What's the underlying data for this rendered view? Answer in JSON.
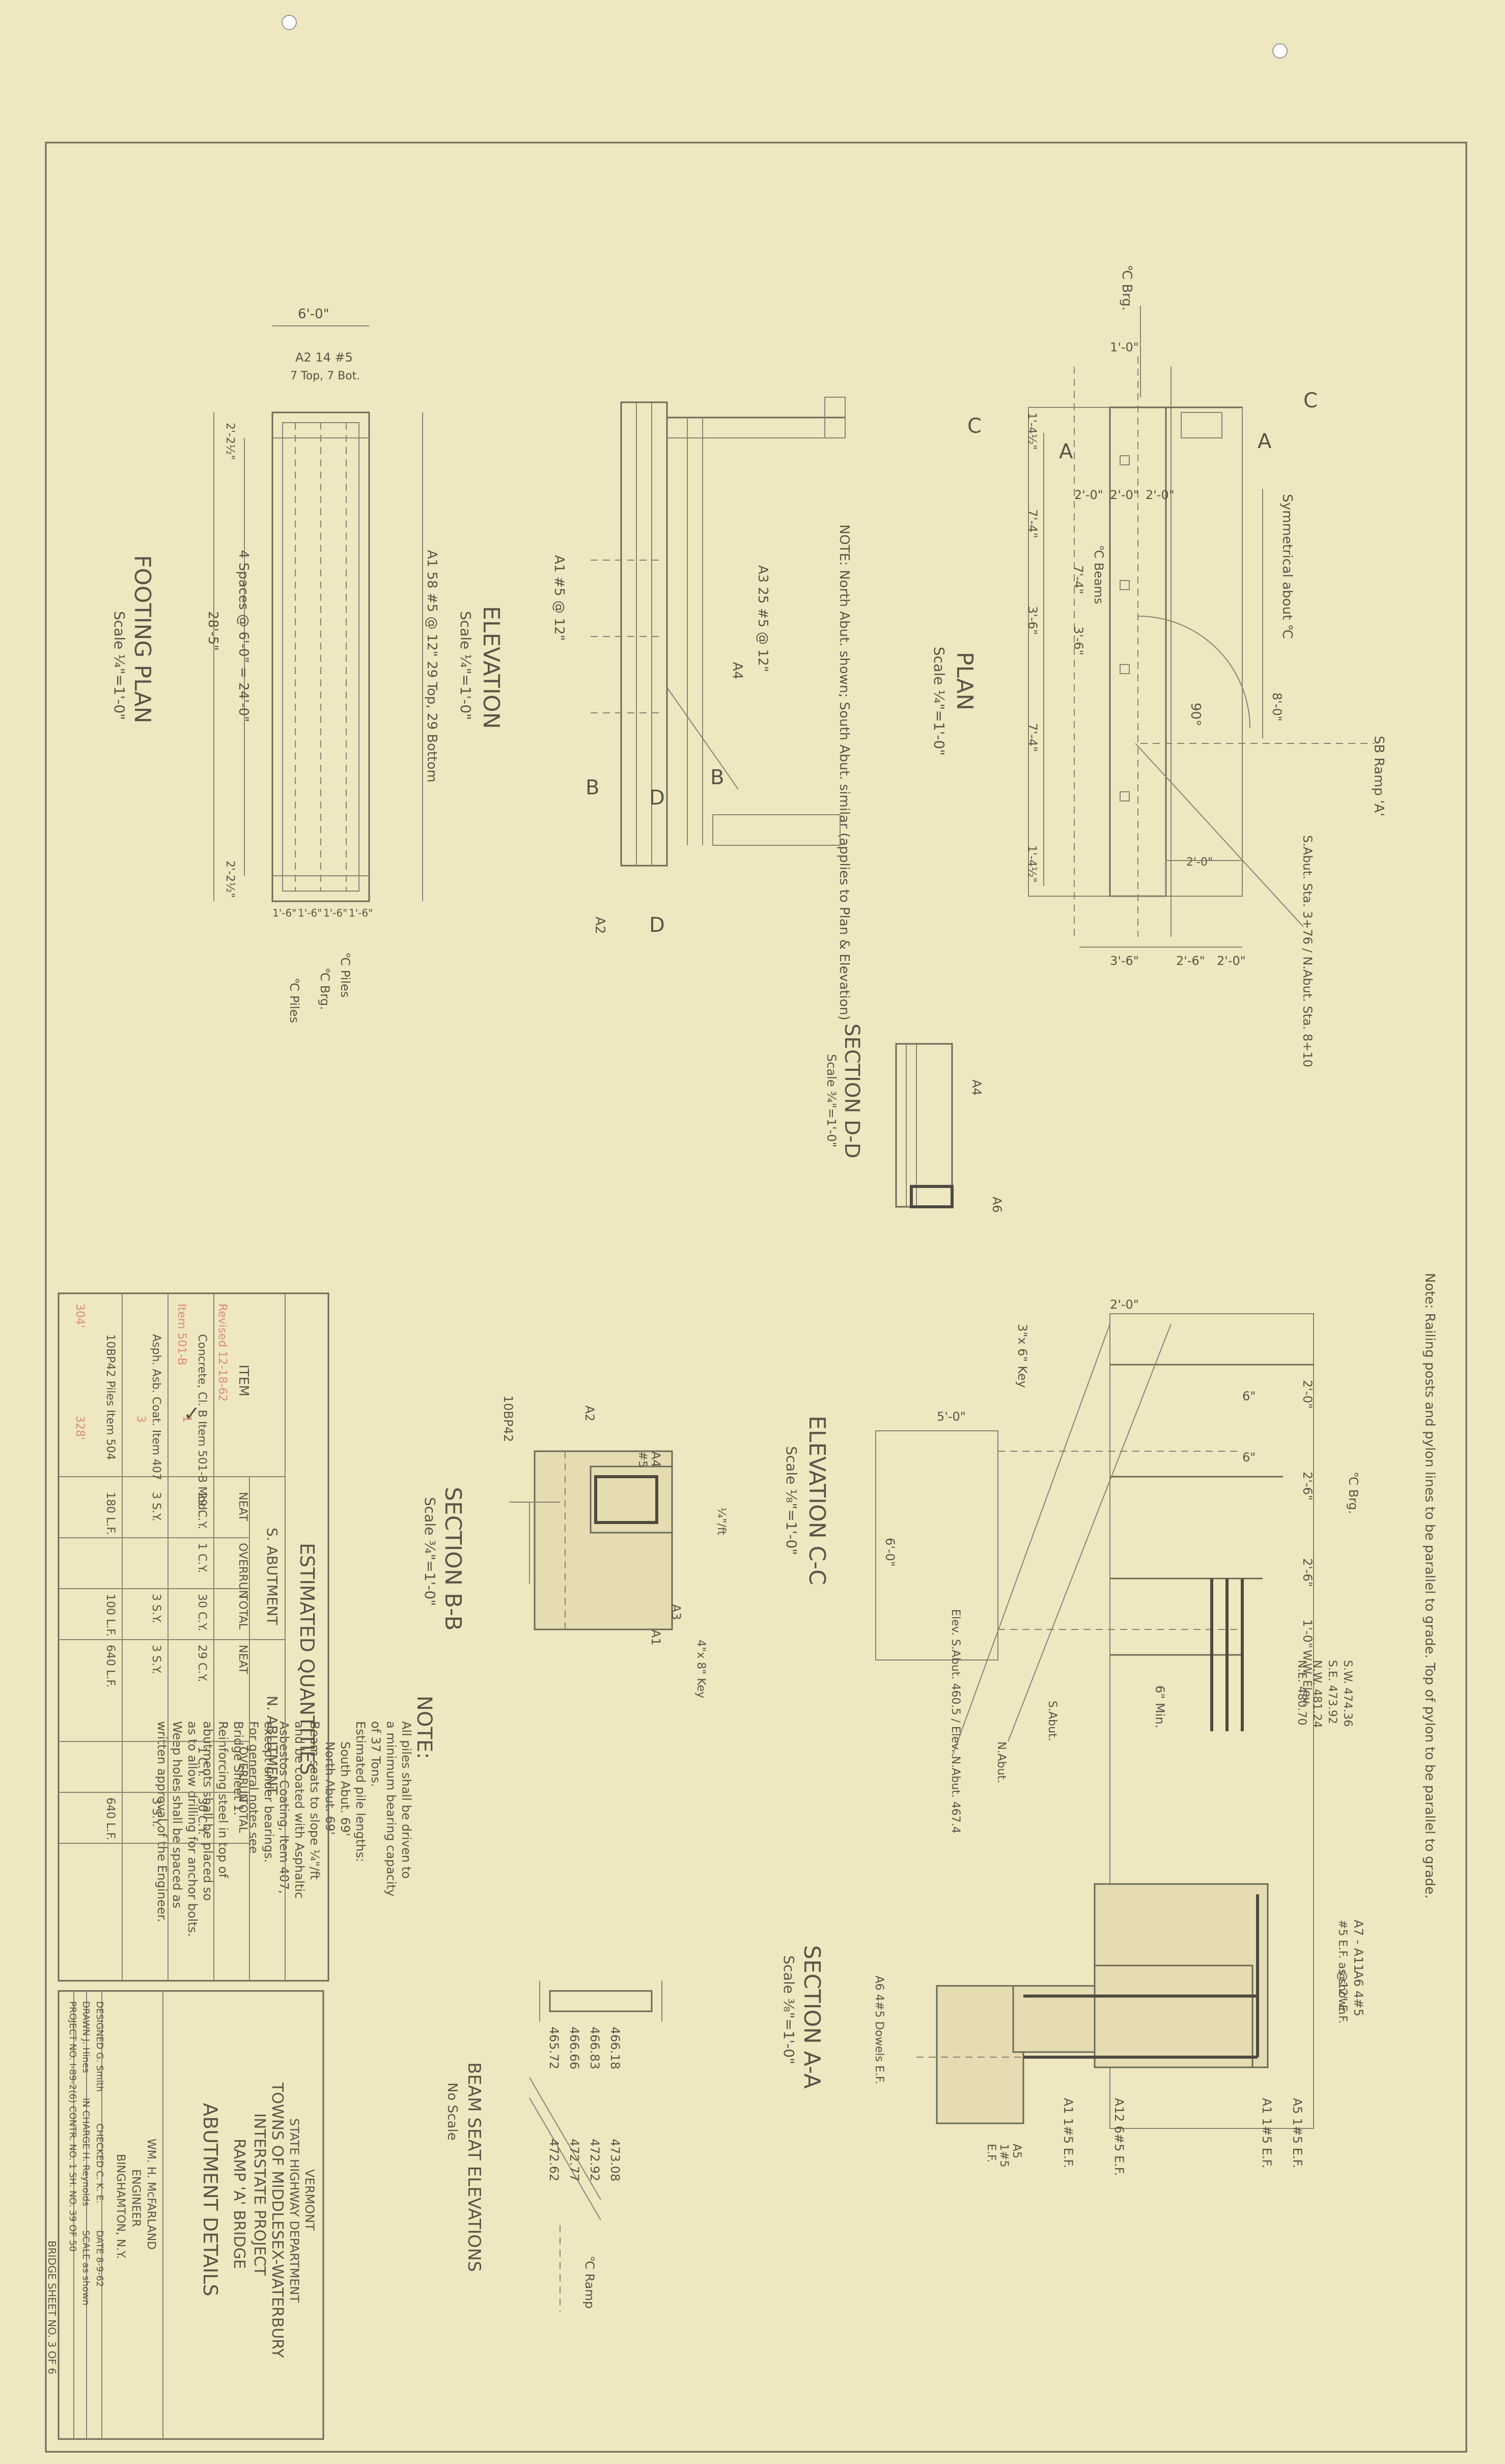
{
  "colors": {
    "paper": "#efe7bf",
    "ink": "#5a5448",
    "red_pencil": "#d98a80"
  },
  "plan": {
    "title": "PLAN",
    "scale": "Scale ¼\"=1'-0\"",
    "note": "NOTE: North Abut. shown; South Abut. similar (applies to Plan & Elevation)",
    "brg": "℃ Brg.",
    "sym": "Symmetrical about ℃",
    "beams": "℃ Beams",
    "sec_c": "C",
    "sec_a": "A",
    "ramp": "SB Ramp 'A'",
    "stations": "S.Abut. Sta. 3+76 / N.Abut. Sta. 8+10",
    "dims": [
      "1'-0\"",
      "2'-0\"",
      "2'-0\"",
      "2'-0\"",
      "7'-4\"",
      "7'-4\"",
      "3'-6\"",
      "3'-6\"",
      "7'-4\"",
      "8'-0\"",
      "3'-6\"",
      "2'-6\"",
      "2'-0\"",
      "1'-4½\"",
      "1'-4½\"",
      "2'-0\""
    ],
    "angle": "90°"
  },
  "elevation": {
    "title": "ELEVATION",
    "scale": "Scale ¼\"=1'-0\"",
    "a3": "A3 25 #5 @ 12\"",
    "a1": "A1  #5 @ 12\"",
    "a4": "A4",
    "a2": "A2",
    "sec_b": "B",
    "sec_d": "D"
  },
  "footing": {
    "title": "FOOTING PLAN",
    "scale": "Scale ¼\"=1'-0\"",
    "top": "6'-0\"",
    "a2": "A2 14 #5",
    "a2b": "7 Top, 7 Bot.",
    "spaces": "4 Spaces @ 6'-0\" = 24'-0\"",
    "length": "28'-5\"",
    "bars": "A1 58 #5 @ 12\" 29 Top, 29 Bottom",
    "end1": "2'-2½\"",
    "end2": "2'-2½\"",
    "piles": "℃ Piles",
    "brg": "℃ Brg.",
    "piles2": "℃ Piles",
    "dims": [
      "1'-6\"",
      "1'-6\"",
      "1'-6\"",
      "1'-6\""
    ]
  },
  "section_dd": {
    "title": "SECTION D-D",
    "scale": "Scale ¾\"=1'-0\"",
    "a4": "A4",
    "a6": "A6"
  },
  "section_bb": {
    "title": "SECTION B-B",
    "scale": "Scale ¾\"=1'-0\"",
    "pile": "10BP42",
    "a2": "A2",
    "a4": "A4",
    "a4n": "#5",
    "a3": "A3",
    "a1": "A1",
    "key": "4\"x 8\" Key",
    "slope": "¼\"/ft"
  },
  "elevation_cc": {
    "title": "ELEVATION C-C",
    "scale": "Scale ⅛\"=1'-0\"",
    "note": "Note: Railing posts and pylon lines to be parallel to grade. Top of pylon to be parallel to grade.",
    "key": "3\"x 6\" Key",
    "top": "2'-0\"",
    "w": "5'-0\"",
    "h": "6'-0\"",
    "vdims": [
      "2'-0\"",
      "2'-6\"",
      "2'-6\"",
      "1'-0\""
    ],
    "d6": "6\"",
    "d6b": "6\"",
    "min": "6\" Min.",
    "ww": "W.W. Elev.",
    "elevs": [
      "S.W. 474.36",
      "S.E. 473.92",
      "N.W. 481.24",
      "N.E. 480.70"
    ],
    "sabut": "S.Abut.",
    "nabut": "N.Abut.",
    "elevtxt": "Elev. S.Abut. 460.5 / Elev. N.Abut. 467.4",
    "brg": "℃ Brg."
  },
  "section_aa": {
    "title": "SECTION A-A",
    "scale": "Scale ⅜\"=1'-0\"",
    "a7": "A7 - A11",
    "a7b": "#5 E.F. as shown",
    "a6": "A6 4#5",
    "a6b": "@12\" E.F.",
    "a5": "A5 1#5 E.F.",
    "a1": "A1 1#5 E.F.",
    "a12": "A12 6#5 E.F.",
    "a5b": "A5",
    "a5c": "1#5",
    "a5d": "E.F.",
    "dowels": "A6 4#5 Dowels E.F."
  },
  "beam_seat": {
    "title": "BEAM SEAT ELEVATIONS",
    "scale": "No Scale",
    "left": [
      "466.18",
      "466.83",
      "466.66",
      "465.72"
    ],
    "right": [
      "473.08",
      "472.92",
      "472.77",
      "472.62"
    ],
    "ramp": "℃ Ramp"
  },
  "note": {
    "heading": "NOTE:",
    "lines": [
      "All piles shall be driven to",
      "a minimum bearing capacity",
      "of 37 Tons.",
      "Estimated pile lengths:",
      "South Abut. 69'",
      "North Abut. 69'",
      "Beam seats to slope ¼\"/ft",
      "and be coated with Asphaltic",
      "Asbestos Coating, Item 407,",
      "except under bearings.",
      "For general notes see",
      "Bridge Sheet 1.",
      "Reinforcing steel in top of",
      "abutments shall be placed so",
      "as to allow drilling for anchor bolts.",
      "Weep holes shall be spaced as",
      "written approval of the Engineer."
    ]
  },
  "quantities": {
    "title": "ESTIMATED QUANTITIES",
    "s_abut": "S. ABUTMENT",
    "n_abut": "N. ABUTMENT",
    "headers": [
      "ITEM",
      "NEAT",
      "OVERRUN",
      "TOTAL",
      "NEAT",
      "OVERRUN",
      "TOTAL"
    ],
    "rows": [
      [
        "Concrete, Cl. B Item 501-B Mod.",
        "29 C.Y.",
        "1 C.Y.",
        "30 C.Y.",
        "29 C.Y.",
        "1 C.Y.",
        "30 C.Y."
      ],
      [
        "Asph. Asb. Coat. Item 407",
        "3 S.Y.",
        "",
        "3 S.Y.",
        "3 S.Y.",
        "",
        "3 S.Y."
      ],
      [
        "10BP42 Piles Item 504",
        "180 L.F.",
        "",
        "100 L.F.",
        "640 L.F.",
        "",
        "640 L.F."
      ]
    ],
    "red": [
      "Revised 12-18-62",
      "Item 501-B",
      "304'",
      "328'",
      "3",
      "1"
    ],
    "check": "✓"
  },
  "title_block": {
    "state": "VERMONT",
    "dept": "STATE HIGHWAY DEPARTMENT",
    "towns": "TOWNS OF MIDDLESEX-WATERBURY",
    "project": "INTERSTATE PROJECT",
    "bridge": "RAMP 'A' BRIDGE",
    "title": "ABUTMENT DETAILS",
    "firm": "WM. H. McFARLAND",
    "role": "ENGINEER",
    "city": "BINGHAMTON, N.Y.",
    "designed": "DESIGNED G. Smith",
    "checked": "CHECKED C. K. E.",
    "date": "DATE 8-9-62",
    "drawn": "DRAWN J. Hines",
    "incharge": "IN CHARGE H. Reynolds",
    "scale": "SCALE as shown",
    "projno": "PROJECT NO. I-89-2(6) CONTR. NO. 1 SH. NO. 39 OF 50",
    "sheet": "BRIDGE SHEET NO. 3 OF 6"
  }
}
